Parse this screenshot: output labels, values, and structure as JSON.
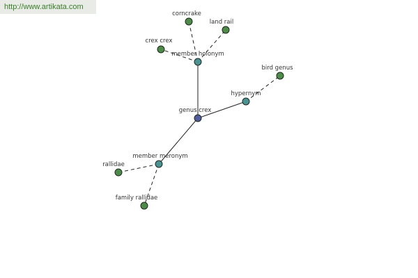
{
  "site": {
    "url": "http://www.artikata.com"
  },
  "colors": {
    "center": "#4f5b9a",
    "relation": "#4b9292",
    "leaf": "#4e8a4a",
    "url_text": "#3c7d2a",
    "url_bg": "#e8ebe6"
  },
  "graph": {
    "nodes": [
      {
        "id": "genus-crex",
        "label": "genus crex",
        "kind": "center"
      },
      {
        "id": "member-holonym",
        "label": "member holonym",
        "kind": "relation"
      },
      {
        "id": "hypernym",
        "label": "hypernym",
        "kind": "relation"
      },
      {
        "id": "member-meronym",
        "label": "member meronym",
        "kind": "relation"
      },
      {
        "id": "corncrake",
        "label": "corncrake",
        "kind": "leaf"
      },
      {
        "id": "land-rail",
        "label": "land rail",
        "kind": "leaf"
      },
      {
        "id": "crex-crex",
        "label": "crex crex",
        "kind": "leaf"
      },
      {
        "id": "bird-genus",
        "label": "bird genus",
        "kind": "leaf"
      },
      {
        "id": "rallidae",
        "label": "rallidae",
        "kind": "leaf"
      },
      {
        "id": "family-rallidae",
        "label": "family rallidae",
        "kind": "leaf"
      }
    ],
    "edges": [
      {
        "from": "genus-crex",
        "to": "member-holonym",
        "style": "solid"
      },
      {
        "from": "genus-crex",
        "to": "hypernym",
        "style": "solid"
      },
      {
        "from": "genus-crex",
        "to": "member-meronym",
        "style": "solid"
      },
      {
        "from": "member-holonym",
        "to": "corncrake",
        "style": "dashed"
      },
      {
        "from": "member-holonym",
        "to": "land-rail",
        "style": "dashed"
      },
      {
        "from": "member-holonym",
        "to": "crex-crex",
        "style": "dashed"
      },
      {
        "from": "hypernym",
        "to": "bird-genus",
        "style": "dashed"
      },
      {
        "from": "member-meronym",
        "to": "rallidae",
        "style": "dashed"
      },
      {
        "from": "member-meronym",
        "to": "family-rallidae",
        "style": "dashed"
      }
    ]
  }
}
